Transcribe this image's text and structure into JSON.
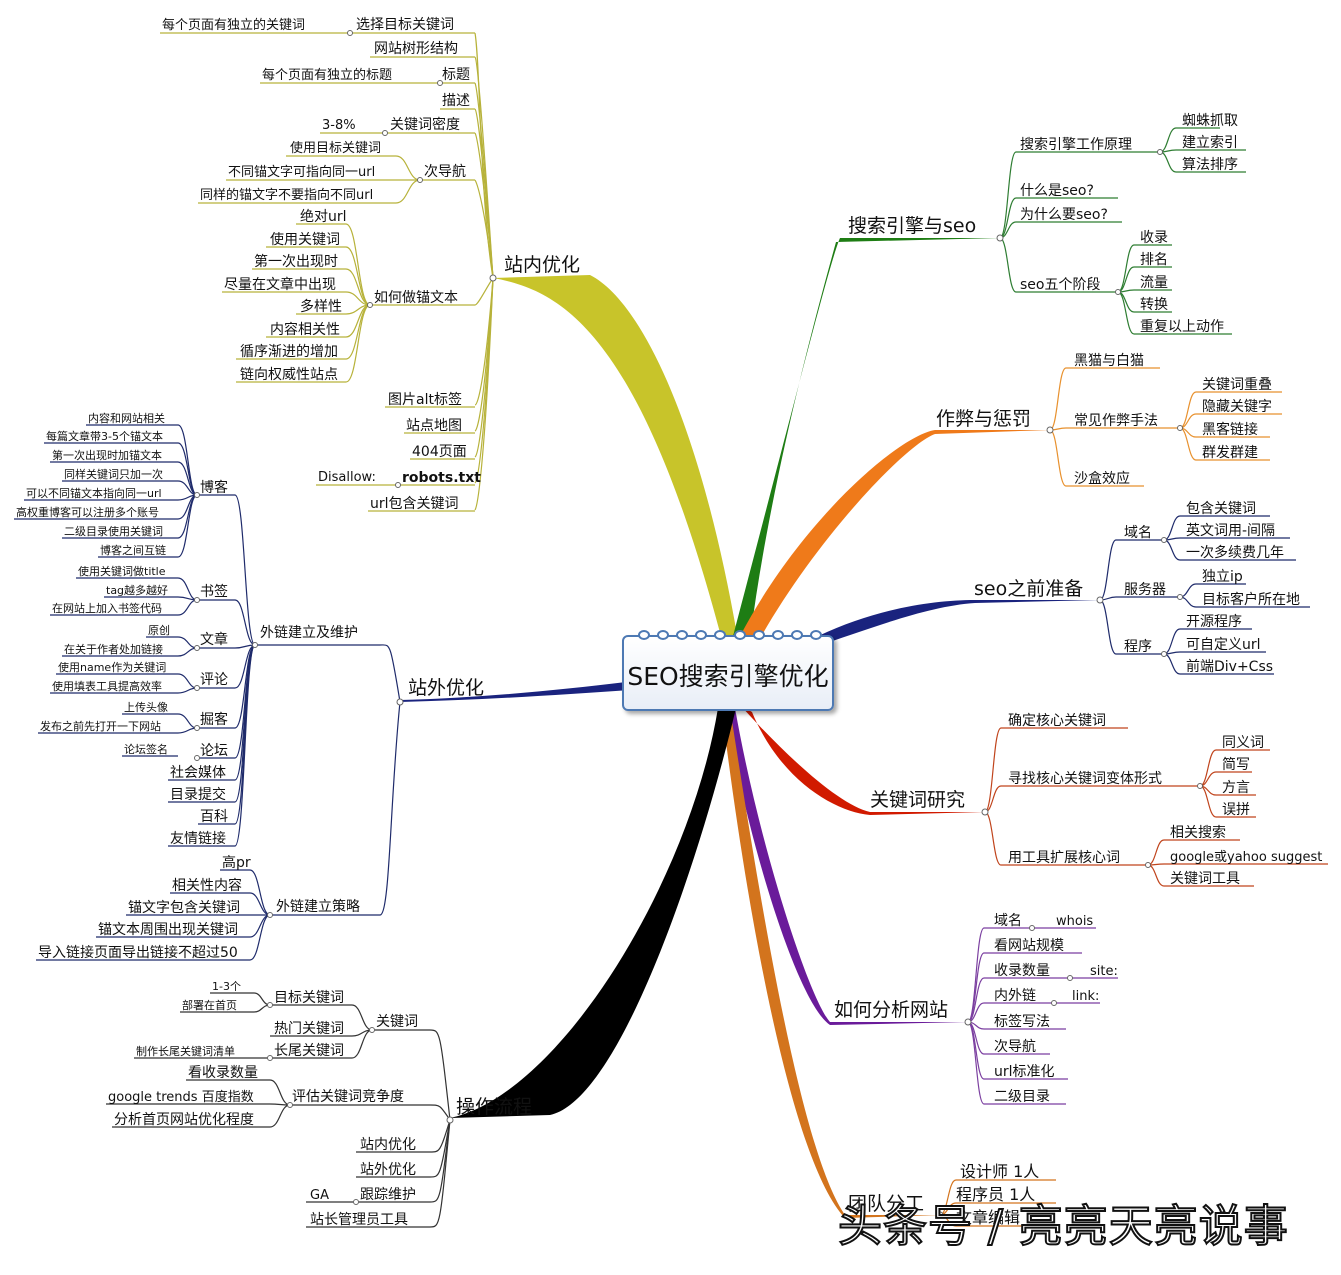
{
  "center": {
    "title": "SEO搜索引擎优化"
  },
  "watermark": "头条号 / 亮亮天亮说事",
  "colors": {
    "green": "#1e7d14",
    "orange": "#ef7a1a",
    "navy": "#1a237e",
    "red": "#d11a00",
    "purple": "#6a1b9a",
    "olive": "#c8c42a",
    "black": "#000000",
    "brown": "#d3741d",
    "navy_line": "#1f2b6b",
    "olive_line": "#b7b23a",
    "green_line": "#2e7d32",
    "orange_line": "#e8912e",
    "red_line": "#c0441c",
    "purple_line": "#7b3fa0",
    "black_line": "#333333"
  },
  "branches": {
    "zhannei": {
      "label": "站内优化",
      "items": {
        "k1": "选择目标关键词",
        "k1n": "每个页面有独立的关键词",
        "k2": "网站树形结构",
        "k3": "标题",
        "k3n": "每个页面有独立的标题",
        "k4": "描述",
        "k5": "关键词密度",
        "k5n": "3-8%",
        "k6": "次导航",
        "k6a": "使用目标关键词",
        "k6b": "不同锚文字可指向同一url",
        "k6c": "同样的锚文字不要指向不同url",
        "k7": "如何做锚文本",
        "k7a": "绝对url",
        "k7b": "使用关键词",
        "k7c": "第一次出现时",
        "k7d": "尽量在文章中出现",
        "k7e": "多样性",
        "k7f": "内容相关性",
        "k7g": "循序渐进的增加",
        "k7h": "链向权威性站点",
        "k8": "图片alt标签",
        "k9": "站点地图",
        "k10": "404页面",
        "k11": "robots.txt",
        "k11n": "Disallow:",
        "k12": "url包含关键词"
      }
    },
    "zhanwai": {
      "label": "站外优化",
      "items": {
        "wl": "外链建立及维护",
        "boke": "博客",
        "b1": "内容和网站相关",
        "b2": "每篇文章带3-5个锚文本",
        "b3": "第一次出现时加锚文本",
        "b4": "同样关键词只加一次",
        "b5": "可以不同锚文本指向同一url",
        "b6": "高权重博客可以注册多个账号",
        "b7": "二级目录使用关键词",
        "b8": "博客之间互链",
        "shuqian": "书签",
        "s1": "使用关键词做title",
        "s2": "tag越多越好",
        "s3": "在网站上加入书签代码",
        "wenzhang": "文章",
        "w1": "原创",
        "w2": "在关于作者处加链接",
        "pinglun": "评论",
        "p1": "使用name作为关键词",
        "p2": "使用填表工具提高效率",
        "juke": "掘客",
        "j1": "上传头像",
        "j2": "发布之前先打开一下网站",
        "luntan": "论坛",
        "l1": "论坛签名",
        "shejiao": "社会媒体",
        "mulu": "目录提交",
        "baike": "百科",
        "youqing": "友情链接",
        "cl": "外链建立策略",
        "c1": "高pr",
        "c2": "相关性内容",
        "c3": "锚文字包含关键词",
        "c4": "锚文本周围出现关键词",
        "c5": "导入链接页面导出链接不超过50"
      }
    },
    "caozuo": {
      "label": "操作流程",
      "items": {
        "gjc": "关键词",
        "mb": "目标关键词",
        "mb1": "1-3个",
        "mb2": "部署在首页",
        "rm": "热门关键词",
        "cw": "长尾关键词",
        "cw1": "制作长尾关键词清单",
        "pg": "评估关键词竞争度",
        "pg1": "看收录数量",
        "pg2": "google trends 百度指数",
        "pg3": "分析首页网站优化程度",
        "zn": "站内优化",
        "zw": "站外优化",
        "gz": "跟踪维护",
        "gz1": "GA",
        "zz": "站长管理员工具"
      }
    },
    "sousuo": {
      "label": "搜索引擎与seo",
      "items": {
        "yl": "搜索引擎工作原理",
        "yl1": "蜘蛛抓取",
        "yl2": "建立索引",
        "yl3": "算法排序",
        "sm": "什么是seo?",
        "wsm": "为什么要seo?",
        "jd": "seo五个阶段",
        "jd1": "收录",
        "jd2": "排名",
        "jd3": "流量",
        "jd4": "转换",
        "jd5": "重复以上动作"
      }
    },
    "zuobi": {
      "label": "作弊与惩罚",
      "items": {
        "hm": "黑猫与白猫",
        "cj": "常见作弊手法",
        "cj1": "关键词重叠",
        "cj2": "隐藏关键字",
        "cj3": "黑客链接",
        "cj4": "群发群建",
        "sh": "沙盒效应"
      }
    },
    "zhunbei": {
      "label": "seo之前准备",
      "items": {
        "ym": "域名",
        "ym1": "包含关键词",
        "ym2": "英文词用-间隔",
        "ym3": "一次多续费几年",
        "fwq": "服务器",
        "fwq1": "独立ip",
        "fwq2": "目标客户所在地",
        "cx": "程序",
        "cx1": "开源程序",
        "cx2": "可自定义url",
        "cx3": "前端Div+Css"
      }
    },
    "guanjianci": {
      "label": "关键词研究",
      "items": {
        "qd": "确定核心关键词",
        "xz": "寻找核心关键词变体形式",
        "xz1": "同义词",
        "xz2": "简写",
        "xz3": "方言",
        "xz4": "误拼",
        "gj": "用工具扩展核心词",
        "gj1": "相关搜索",
        "gj2": "google或yahoo suggest",
        "gj3": "关键词工具"
      }
    },
    "fenxi": {
      "label": "如何分析网站",
      "items": {
        "a1": "域名",
        "a1n": "whois",
        "a2": "看网站规模",
        "a3": "收录数量",
        "a3n": "site:",
        "a4": "内外链",
        "a4n": "link:",
        "a5": "标签写法",
        "a6": "次导航",
        "a7": "url标准化",
        "a8": "二级目录"
      }
    },
    "tuandui": {
      "label": "团队分工",
      "items": {
        "t1": "设计师 1人",
        "t2": "程序员 1人",
        "t3": "文章编辑"
      }
    }
  }
}
